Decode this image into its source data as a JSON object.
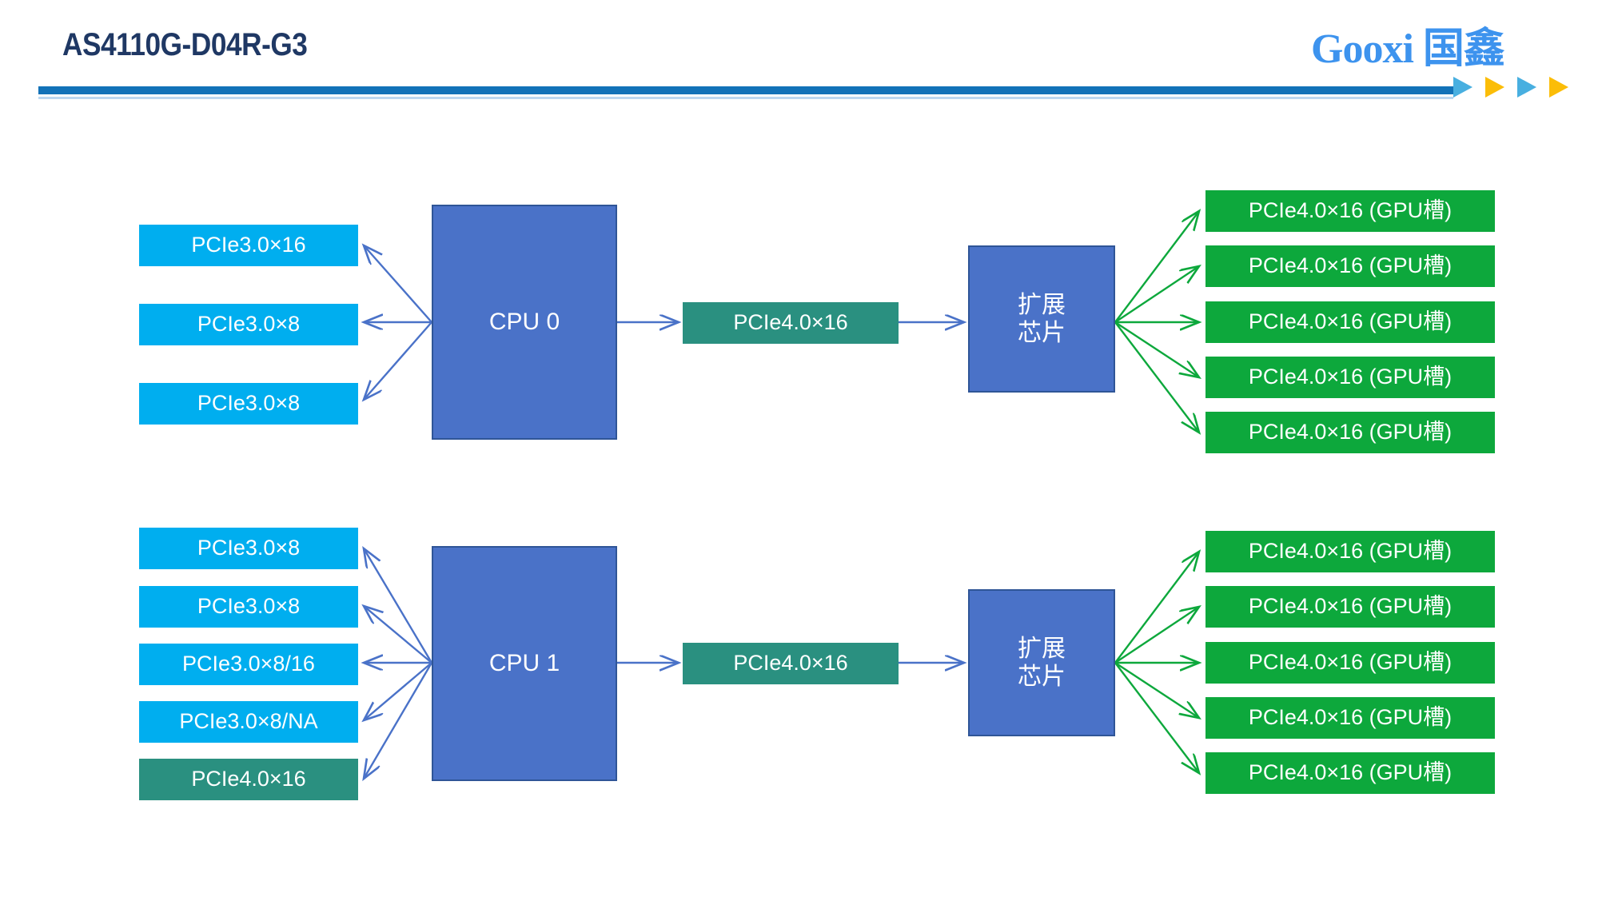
{
  "header": {
    "title": "AS4110G-D04R-G3",
    "rule_color": "#1272B8",
    "title_color": "#1F3864"
  },
  "logo": {
    "text": "Gooxi 国鑫",
    "color": "#3D93EE",
    "arrows": [
      {
        "name": "triangle-arrow-1",
        "color": "#48AFE0"
      },
      {
        "name": "triangle-arrow-2",
        "color": "#FBBD08"
      },
      {
        "name": "triangle-arrow-3",
        "color": "#48AFE0"
      },
      {
        "name": "triangle-arrow-4",
        "color": "#FBBD08"
      }
    ]
  },
  "palette": {
    "cyan": "#00AEEF",
    "teal": "#2A9080",
    "green": "#0DA83C",
    "cpu_blue": "#4A72C8",
    "cpu_border": "#2F5597",
    "arrow_blue": "#4A72C8",
    "arrow_green": "#0DA83C"
  },
  "diagram": {
    "type": "block-diagram",
    "groups": [
      {
        "id": "cpu0-group",
        "cpu": {
          "label": "CPU 0"
        },
        "left_slots": [
          {
            "label": "PCIe3.0×16",
            "style": "cyan"
          },
          {
            "label": "PCIe3.0×8",
            "style": "cyan"
          },
          {
            "label": "PCIe3.0×8",
            "style": "cyan"
          }
        ],
        "uplink": {
          "label": "PCIe4.0×16",
          "style": "teal"
        },
        "switch": {
          "label_line1": "扩展",
          "label_line2": "芯片"
        },
        "gpu_slots": [
          {
            "label": "PCIe4.0×16 (GPU槽)",
            "style": "green"
          },
          {
            "label": "PCIe4.0×16 (GPU槽)",
            "style": "green"
          },
          {
            "label": "PCIe4.0×16 (GPU槽)",
            "style": "green"
          },
          {
            "label": "PCIe4.0×16 (GPU槽)",
            "style": "green"
          },
          {
            "label": "PCIe4.0×16 (GPU槽)",
            "style": "green"
          }
        ]
      },
      {
        "id": "cpu1-group",
        "cpu": {
          "label": "CPU 1"
        },
        "left_slots": [
          {
            "label": "PCIe3.0×8",
            "style": "cyan"
          },
          {
            "label": "PCIe3.0×8",
            "style": "cyan"
          },
          {
            "label": "PCIe3.0×8/16",
            "style": "cyan"
          },
          {
            "label": "PCIe3.0×8/NA",
            "style": "cyan"
          },
          {
            "label": "PCIe4.0×16",
            "style": "teal"
          }
        ],
        "uplink": {
          "label": "PCIe4.0×16",
          "style": "teal"
        },
        "switch": {
          "label_line1": "扩展",
          "label_line2": "芯片"
        },
        "gpu_slots": [
          {
            "label": "PCIe4.0×16 (GPU槽)",
            "style": "green"
          },
          {
            "label": "PCIe4.0×16 (GPU槽)",
            "style": "green"
          },
          {
            "label": "PCIe4.0×16 (GPU槽)",
            "style": "green"
          },
          {
            "label": "PCIe4.0×16 (GPU槽)",
            "style": "green"
          },
          {
            "label": "PCIe4.0×16 (GPU槽)",
            "style": "green"
          }
        ]
      }
    ]
  }
}
